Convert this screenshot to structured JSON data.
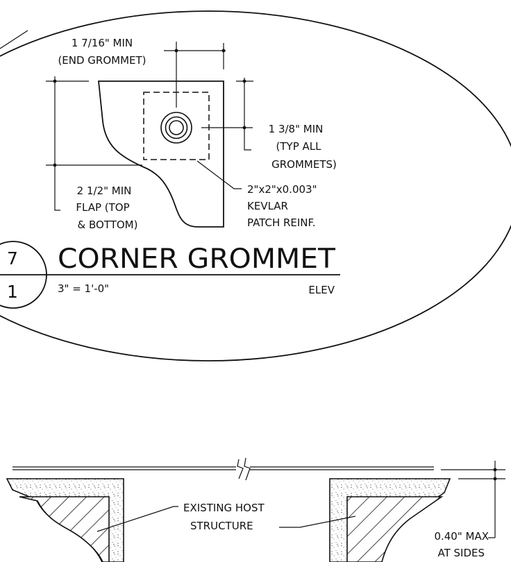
{
  "detail": {
    "number": "7",
    "sheet": "1",
    "title": "CORNER GROMMET",
    "scale": "3\" = 1'-0\"",
    "view": "ELEV"
  },
  "callouts": {
    "end_grommet_line1": "1 7/16\" MIN",
    "end_grommet_line2": "(END GROMMET)",
    "grommet_spacing_line1": "1 3/8\" MIN",
    "grommet_spacing_line2": "(TYP ALL",
    "grommet_spacing_line3": "GROMMETS)",
    "patch_line1": "2\"x2\"x0.003\"",
    "patch_line2": "KEVLAR",
    "patch_line3": "PATCH REINF.",
    "flap_line1": "2 1/2\" MIN",
    "flap_line2": "FLAP (TOP",
    "flap_line3": "& BOTTOM)"
  },
  "section": {
    "host_line1": "EXISTING HOST",
    "host_line2": "STRUCTURE",
    "gap_line1": "0.40\" MAX",
    "gap_line2": "AT SIDES"
  }
}
